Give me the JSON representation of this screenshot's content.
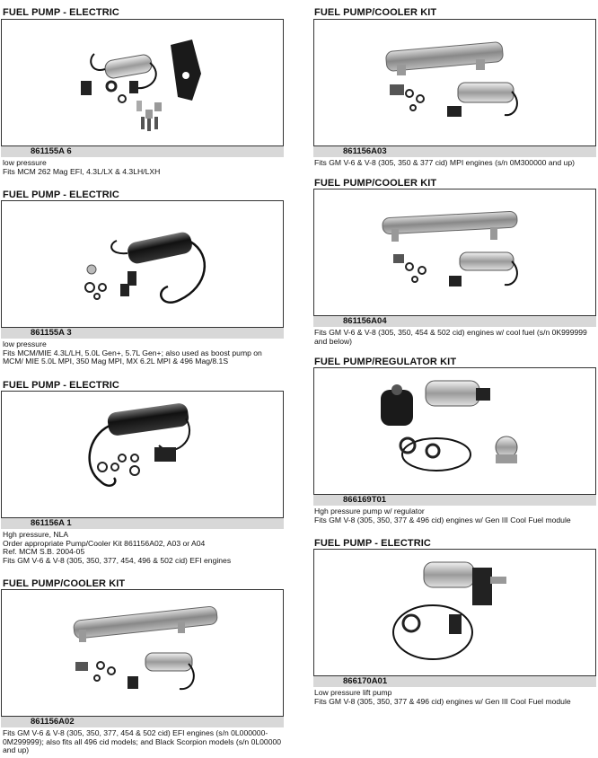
{
  "products": [
    {
      "title": "FUEL PUMP - ELECTRIC",
      "part": "861155A 6",
      "lines": [
        "low pressure",
        "Fits MCM 262 Mag EFI, 4.3L/LX & 4.3LH/LXH"
      ]
    },
    {
      "title": "FUEL PUMP - ELECTRIC",
      "part": "861155A 3",
      "lines": [
        "low pressure",
        "Fits MCM/MIE 4.3L/LH, 5.0L Gen+, 5.7L Gen+; also used as boost pump on MCM/ MIE 5.0L MPI, 350 Mag MPI, MX 6.2L MPI & 496 Mag/8.1S"
      ]
    },
    {
      "title": "FUEL PUMP - ELECTRIC",
      "part": "861156A 1",
      "lines": [
        "Hgh pressure, NLA",
        "Order appropriate Pump/Cooler Kit 861156A02, A03 or A04",
        "Ref. MCM S.B. 2004-05",
        "Fits GM V-6 & V-8 (305, 350, 377, 454, 496 & 502 cid) EFI engines"
      ]
    },
    {
      "title": "FUEL PUMP/COOLER KIT",
      "part": "861156A02",
      "lines": [
        "Fits GM V-6 & V-8 (305, 350, 377, 454 & 502 cid) EFI engines (s/n 0L000000-0M299999); also fits all 496 cid models; and Black Scorpion models (s/n 0L00000 and up)"
      ]
    },
    {
      "title": "FUEL PUMP/COOLER KIT",
      "part": "861156A03",
      "lines": [
        "Fits GM V-6 & V-8 (305, 350 & 377 cid) MPI engines (s/n 0M300000 and up)"
      ]
    },
    {
      "title": "FUEL PUMP/COOLER KIT",
      "part": "861156A04",
      "lines": [
        "Fits GM V-6 & V-8 (305, 350, 454 & 502 cid) engines w/ cool fuel (s/n 0K999999 and below)"
      ]
    },
    {
      "title": "FUEL PUMP/REGULATOR KIT",
      "part": "866169T01",
      "lines": [
        "Hgh pressure pump w/ regulator",
        "Fits GM V-8 (305, 350, 377 & 496 cid) engines w/ Gen III Cool Fuel module"
      ]
    },
    {
      "title": "FUEL PUMP - ELECTRIC",
      "part": "866170A01",
      "lines": [
        "Low pressure lift pump",
        "Fits GM V-8 (305, 350, 377 & 496 cid) engines w/ Gen III Cool Fuel module"
      ]
    }
  ]
}
